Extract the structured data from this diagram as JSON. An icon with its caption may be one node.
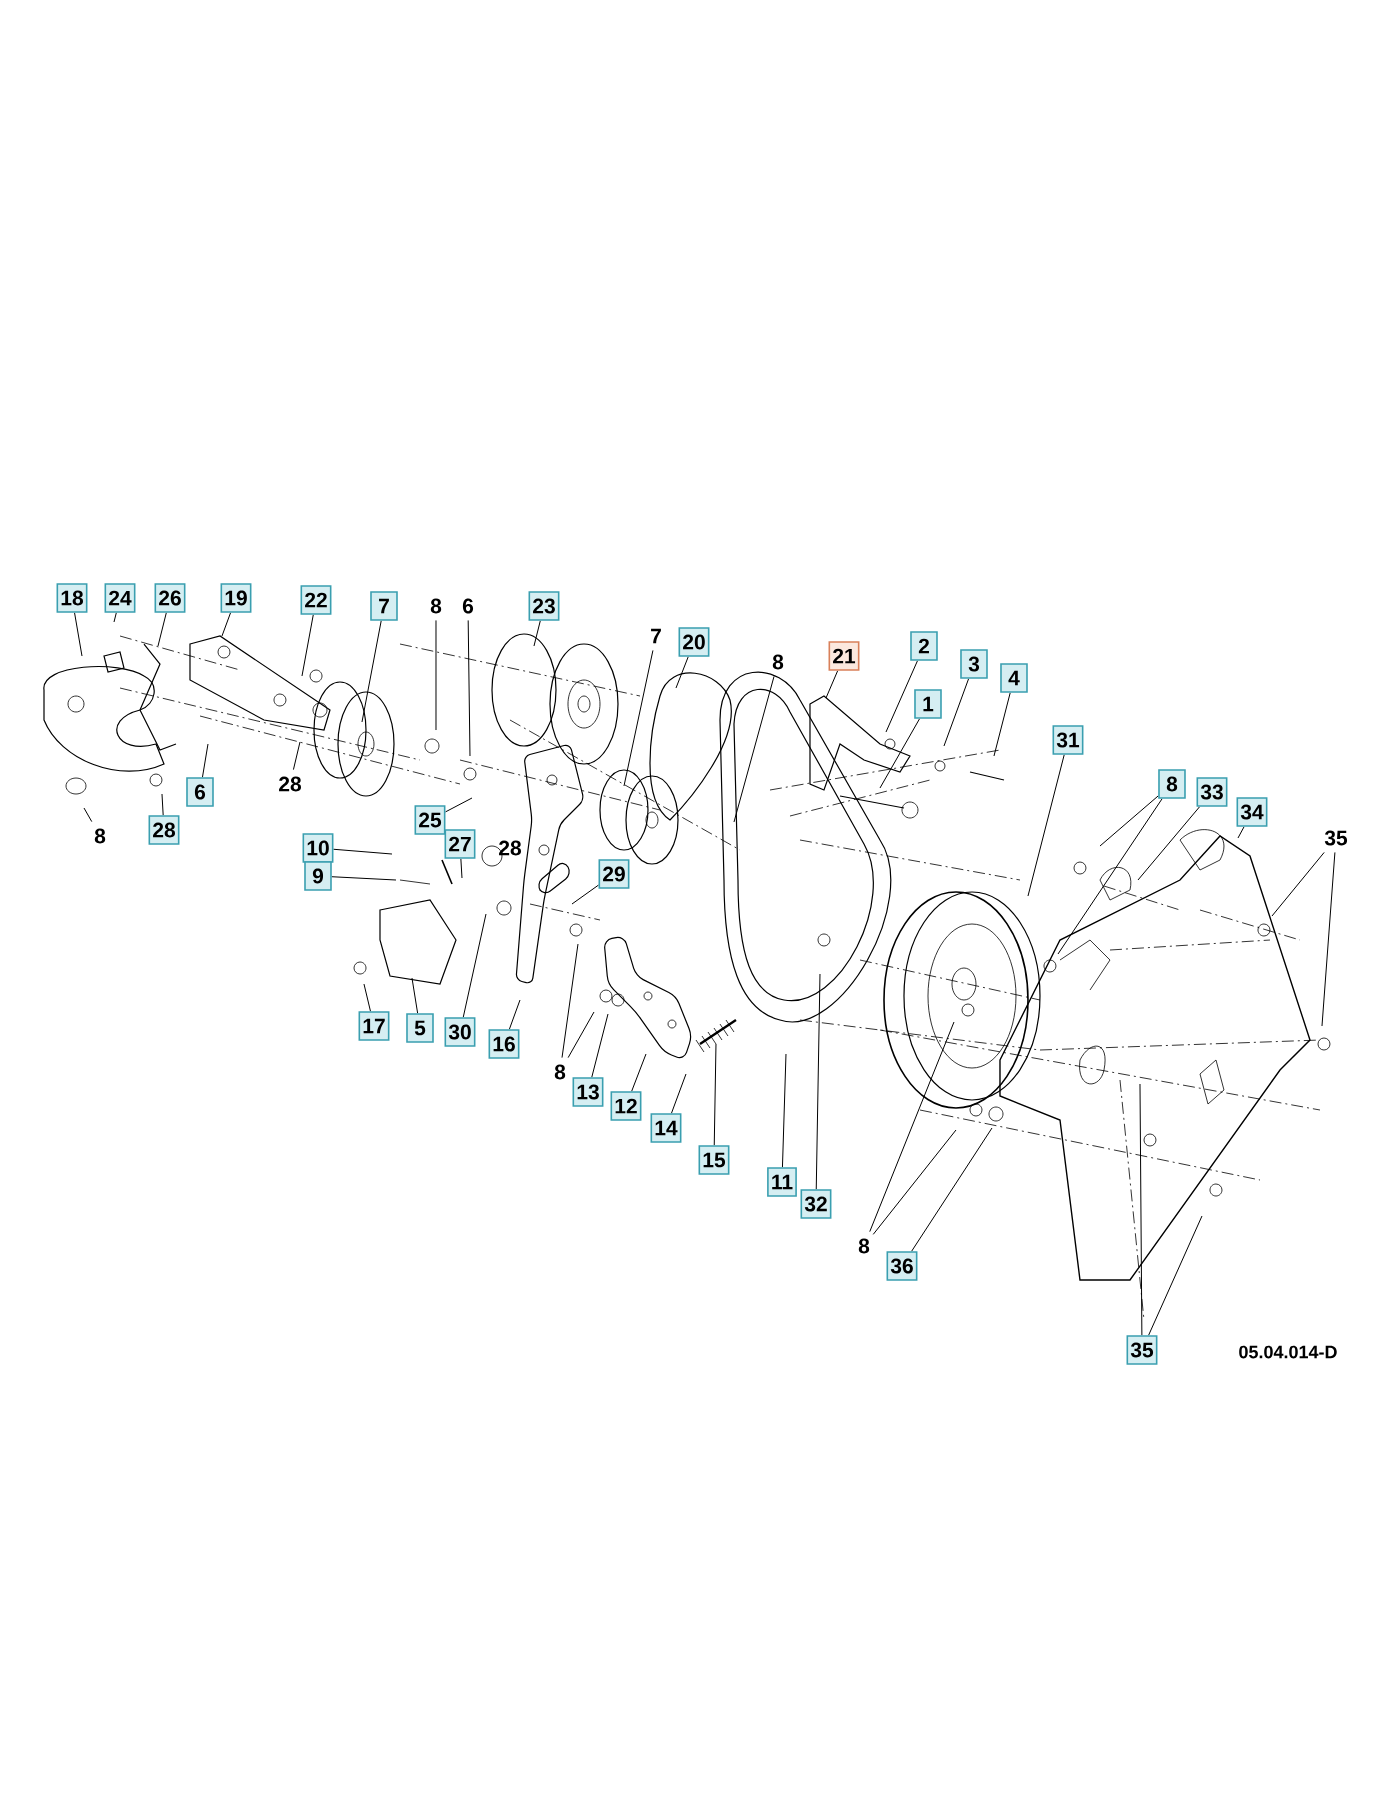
{
  "diagram": {
    "nodes": [
      {
        "text": [
          "18"
        ]
      },
      {
        "text": [
          "24"
        ]
      },
      {
        "text": [
          "26"
        ]
      },
      {
        "text": [
          "19"
        ]
      },
      {
        "text": [
          "22"
        ]
      },
      {
        "text": [
          "7"
        ]
      },
      {
        "text": [
          "8"
        ]
      },
      {
        "text": [
          "6"
        ]
      },
      {
        "text": [
          "23"
        ]
      },
      {
        "text": [
          "7"
        ]
      },
      {
        "text": [
          "20"
        ]
      },
      {
        "text": [
          "8"
        ]
      },
      {
        "text": [
          "21"
        ]
      },
      {
        "text": [
          "2"
        ]
      },
      {
        "text": [
          "1"
        ]
      },
      {
        "text": [
          "3"
        ]
      },
      {
        "text": [
          "4"
        ]
      },
      {
        "text": [
          "31"
        ]
      },
      {
        "text": [
          "8"
        ]
      },
      {
        "text": [
          "33"
        ]
      },
      {
        "text": [
          "34"
        ]
      },
      {
        "text": [
          "35"
        ]
      },
      {
        "text": [
          "8"
        ]
      },
      {
        "text": [
          "28"
        ]
      },
      {
        "text": [
          "6"
        ]
      },
      {
        "text": [
          "28"
        ]
      },
      {
        "text": [
          "25"
        ]
      },
      {
        "text": [
          "10"
        ]
      },
      {
        "text": [
          "27"
        ]
      },
      {
        "text": [
          "28"
        ]
      },
      {
        "text": [
          "9"
        ]
      },
      {
        "text": [
          "29"
        ]
      },
      {
        "text": [
          "17"
        ]
      },
      {
        "text": [
          "5"
        ]
      },
      {
        "text": [
          "30"
        ]
      },
      {
        "text": [
          "16"
        ]
      },
      {
        "text": [
          "8"
        ]
      },
      {
        "text": [
          "13"
        ]
      },
      {
        "text": [
          "12"
        ]
      },
      {
        "text": [
          "14"
        ]
      },
      {
        "text": [
          "15"
        ]
      },
      {
        "text": [
          "11"
        ]
      },
      {
        "text": [
          "32"
        ]
      },
      {
        "text": [
          "8"
        ]
      },
      {
        "text": [
          "36"
        ]
      },
      {
        "text": [
          "35"
        ]
      }
    ],
    "edges": [
      {
        "from": 0,
        "to": null,
        "arrow": "none"
      },
      {
        "from": 1,
        "to": null,
        "arrow": "none"
      },
      {
        "from": 2,
        "to": null,
        "arrow": "none"
      },
      {
        "from": 3,
        "to": null,
        "arrow": "none"
      },
      {
        "from": 4,
        "to": null,
        "arrow": "none"
      },
      {
        "from": 5,
        "to": null,
        "arrow": "none"
      },
      {
        "from": 6,
        "to": null,
        "arrow": "none"
      },
      {
        "from": 7,
        "to": null,
        "arrow": "none"
      },
      {
        "from": 8,
        "to": null,
        "arrow": "none"
      },
      {
        "from": 9,
        "to": null,
        "arrow": "none"
      },
      {
        "from": 10,
        "to": null,
        "arrow": "none"
      },
      {
        "from": 11,
        "to": null,
        "arrow": "none"
      },
      {
        "from": 12,
        "to": null,
        "arrow": "none"
      },
      {
        "from": 13,
        "to": null,
        "arrow": "none"
      },
      {
        "from": 14,
        "to": null,
        "arrow": "none"
      },
      {
        "from": 15,
        "to": null,
        "arrow": "none"
      },
      {
        "from": 16,
        "to": null,
        "arrow": "none"
      },
      {
        "from": 17,
        "to": null,
        "arrow": "none"
      },
      {
        "from": 18,
        "to": null,
        "arrow": "none"
      },
      {
        "from": 18,
        "to": null,
        "arrow": "none"
      },
      {
        "from": 19,
        "to": null,
        "arrow": "none"
      },
      {
        "from": 20,
        "to": null,
        "arrow": "none"
      },
      {
        "from": 21,
        "to": null,
        "arrow": "none"
      },
      {
        "from": 21,
        "to": null,
        "arrow": "none"
      },
      {
        "from": 22,
        "to": null,
        "arrow": "none"
      },
      {
        "from": 23,
        "to": null,
        "arrow": "none"
      },
      {
        "from": 24,
        "to": null,
        "arrow": "none"
      },
      {
        "from": 25,
        "to": null,
        "arrow": "none"
      },
      {
        "from": 26,
        "to": null,
        "arrow": "none"
      },
      {
        "from": 27,
        "to": null,
        "arrow": "none"
      },
      {
        "from": 28,
        "to": null,
        "arrow": "none"
      },
      {
        "from": 30,
        "to": null,
        "arrow": "none"
      },
      {
        "from": 31,
        "to": null,
        "arrow": "none"
      },
      {
        "from": 32,
        "to": null,
        "arrow": "none"
      },
      {
        "from": 33,
        "to": null,
        "arrow": "none"
      },
      {
        "from": 34,
        "to": null,
        "arrow": "none"
      },
      {
        "from": 35,
        "to": null,
        "arrow": "none"
      },
      {
        "from": 36,
        "to": null,
        "arrow": "none"
      },
      {
        "from": 36,
        "to": null,
        "arrow": "none"
      },
      {
        "from": 37,
        "to": null,
        "arrow": "none"
      },
      {
        "from": 38,
        "to": null,
        "arrow": "none"
      },
      {
        "from": 39,
        "to": null,
        "arrow": "none"
      },
      {
        "from": 40,
        "to": null,
        "arrow": "none"
      },
      {
        "from": 41,
        "to": null,
        "arrow": "none"
      },
      {
        "from": 42,
        "to": null,
        "arrow": "none"
      },
      {
        "from": 43,
        "to": null,
        "arrow": "none"
      },
      {
        "from": 43,
        "to": null,
        "arrow": "none"
      },
      {
        "from": 44,
        "to": null,
        "arrow": "none"
      },
      {
        "from": 45,
        "to": null,
        "arrow": "none"
      },
      {
        "from": 45,
        "to": null,
        "arrow": "none"
      }
    ],
    "labels": [
      "05.04.014-D"
    ]
  }
}
